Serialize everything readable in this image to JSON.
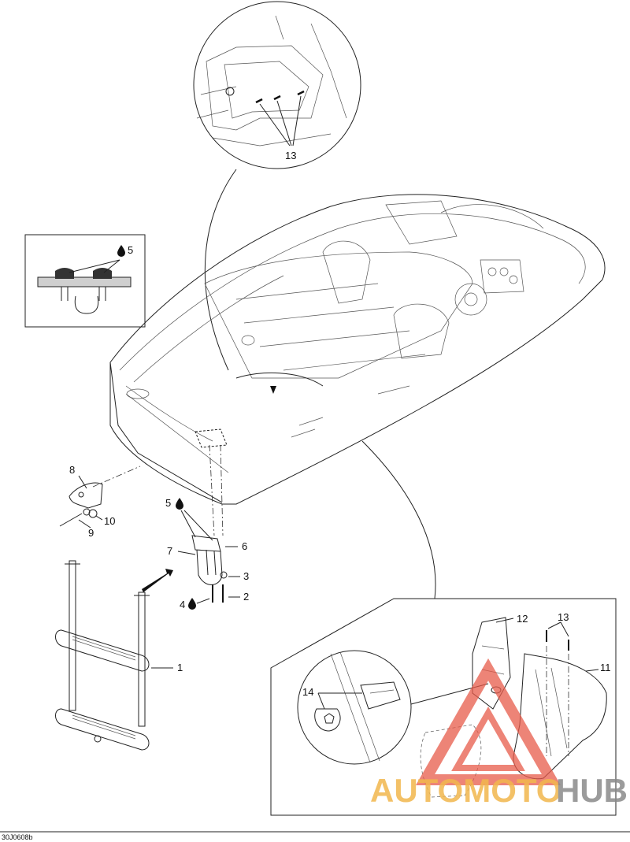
{
  "diagram": {
    "reference_code": "30J0608b",
    "callouts": {
      "c1": "1",
      "c2": "2",
      "c3": "3",
      "c4": "4",
      "c5a": "5",
      "c5b": "5",
      "c6": "6",
      "c7": "7",
      "c8": "8",
      "c9": "9",
      "c10": "10",
      "c11": "11",
      "c12": "12",
      "c13a": "13",
      "c13b": "13",
      "c14": "14"
    },
    "icons": {
      "adhesive_drop": "drop-icon"
    }
  },
  "watermark": {
    "part1": "AUTOMOTO",
    "part2": "HUB",
    "colors": {
      "orange": "#f2b74d",
      "gray": "#8a8a8a",
      "red": "#e85b4a"
    }
  }
}
